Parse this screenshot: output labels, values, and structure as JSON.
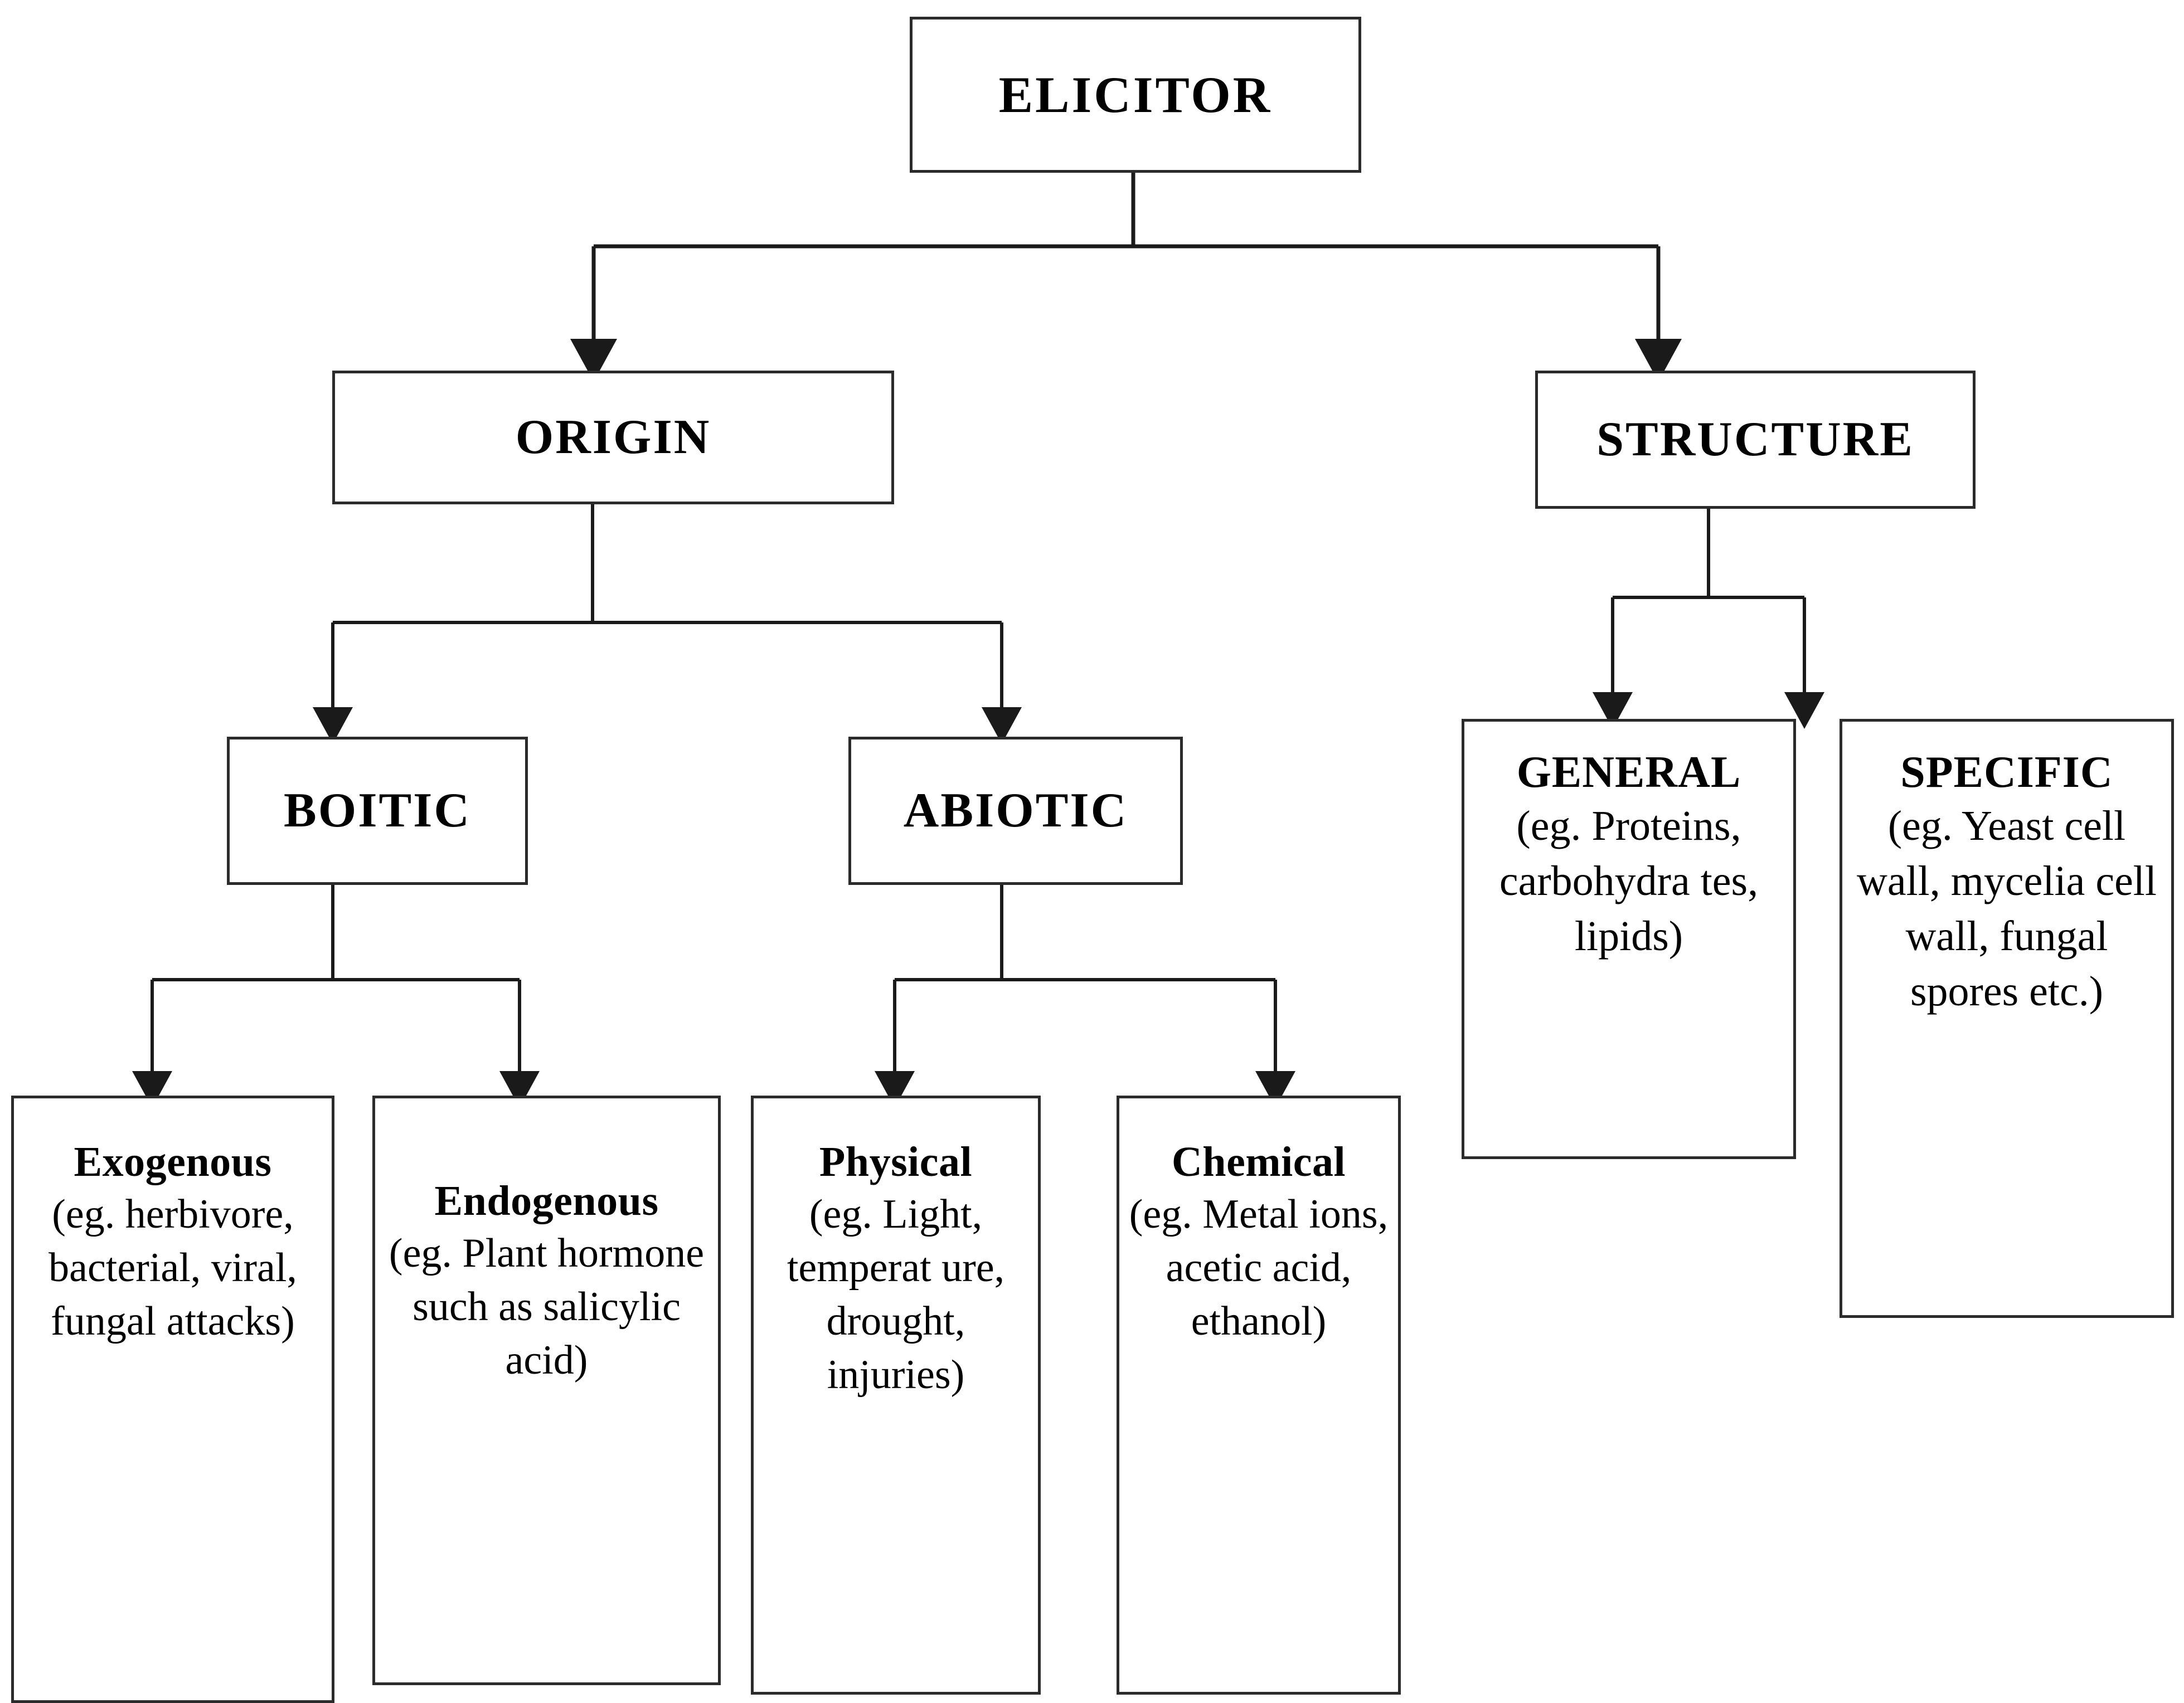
{
  "diagram": {
    "title": "ELICITOR classification flowchart",
    "type": "tree-diagram",
    "colors": {
      "background": "#ffffff",
      "box_border": "#2b2b2b",
      "connector": "#1a1a1a",
      "text": "#000000"
    },
    "nodes": {
      "root": {
        "label": "ELICITOR"
      },
      "origin": {
        "label": "ORIGIN"
      },
      "structure": {
        "label": "STRUCTURE"
      },
      "boitic": {
        "label": "BOITIC"
      },
      "abiotic": {
        "label": "ABIOTIC"
      },
      "general": {
        "label": "GENERAL",
        "detail": "(eg. Proteins, carbohydra tes, lipids)"
      },
      "specific": {
        "label": "SPECIFIC",
        "detail": "(eg. Yeast cell wall, mycelia cell wall, fungal spores etc.)"
      },
      "exogenous": {
        "label": "Exogenous",
        "detail": "(eg. herbivore, bacterial, viral, fungal attacks)"
      },
      "endogenous": {
        "label": "Endogenous",
        "detail": "(eg. Plant hormone such as salicylic acid)"
      },
      "physical": {
        "label": "Physical",
        "detail": "(eg. Light, temperat ure, drought, injuries)"
      },
      "chemical": {
        "label": "Chemical",
        "detail": "(eg. Metal ions, acetic acid, ethanol)"
      }
    }
  }
}
